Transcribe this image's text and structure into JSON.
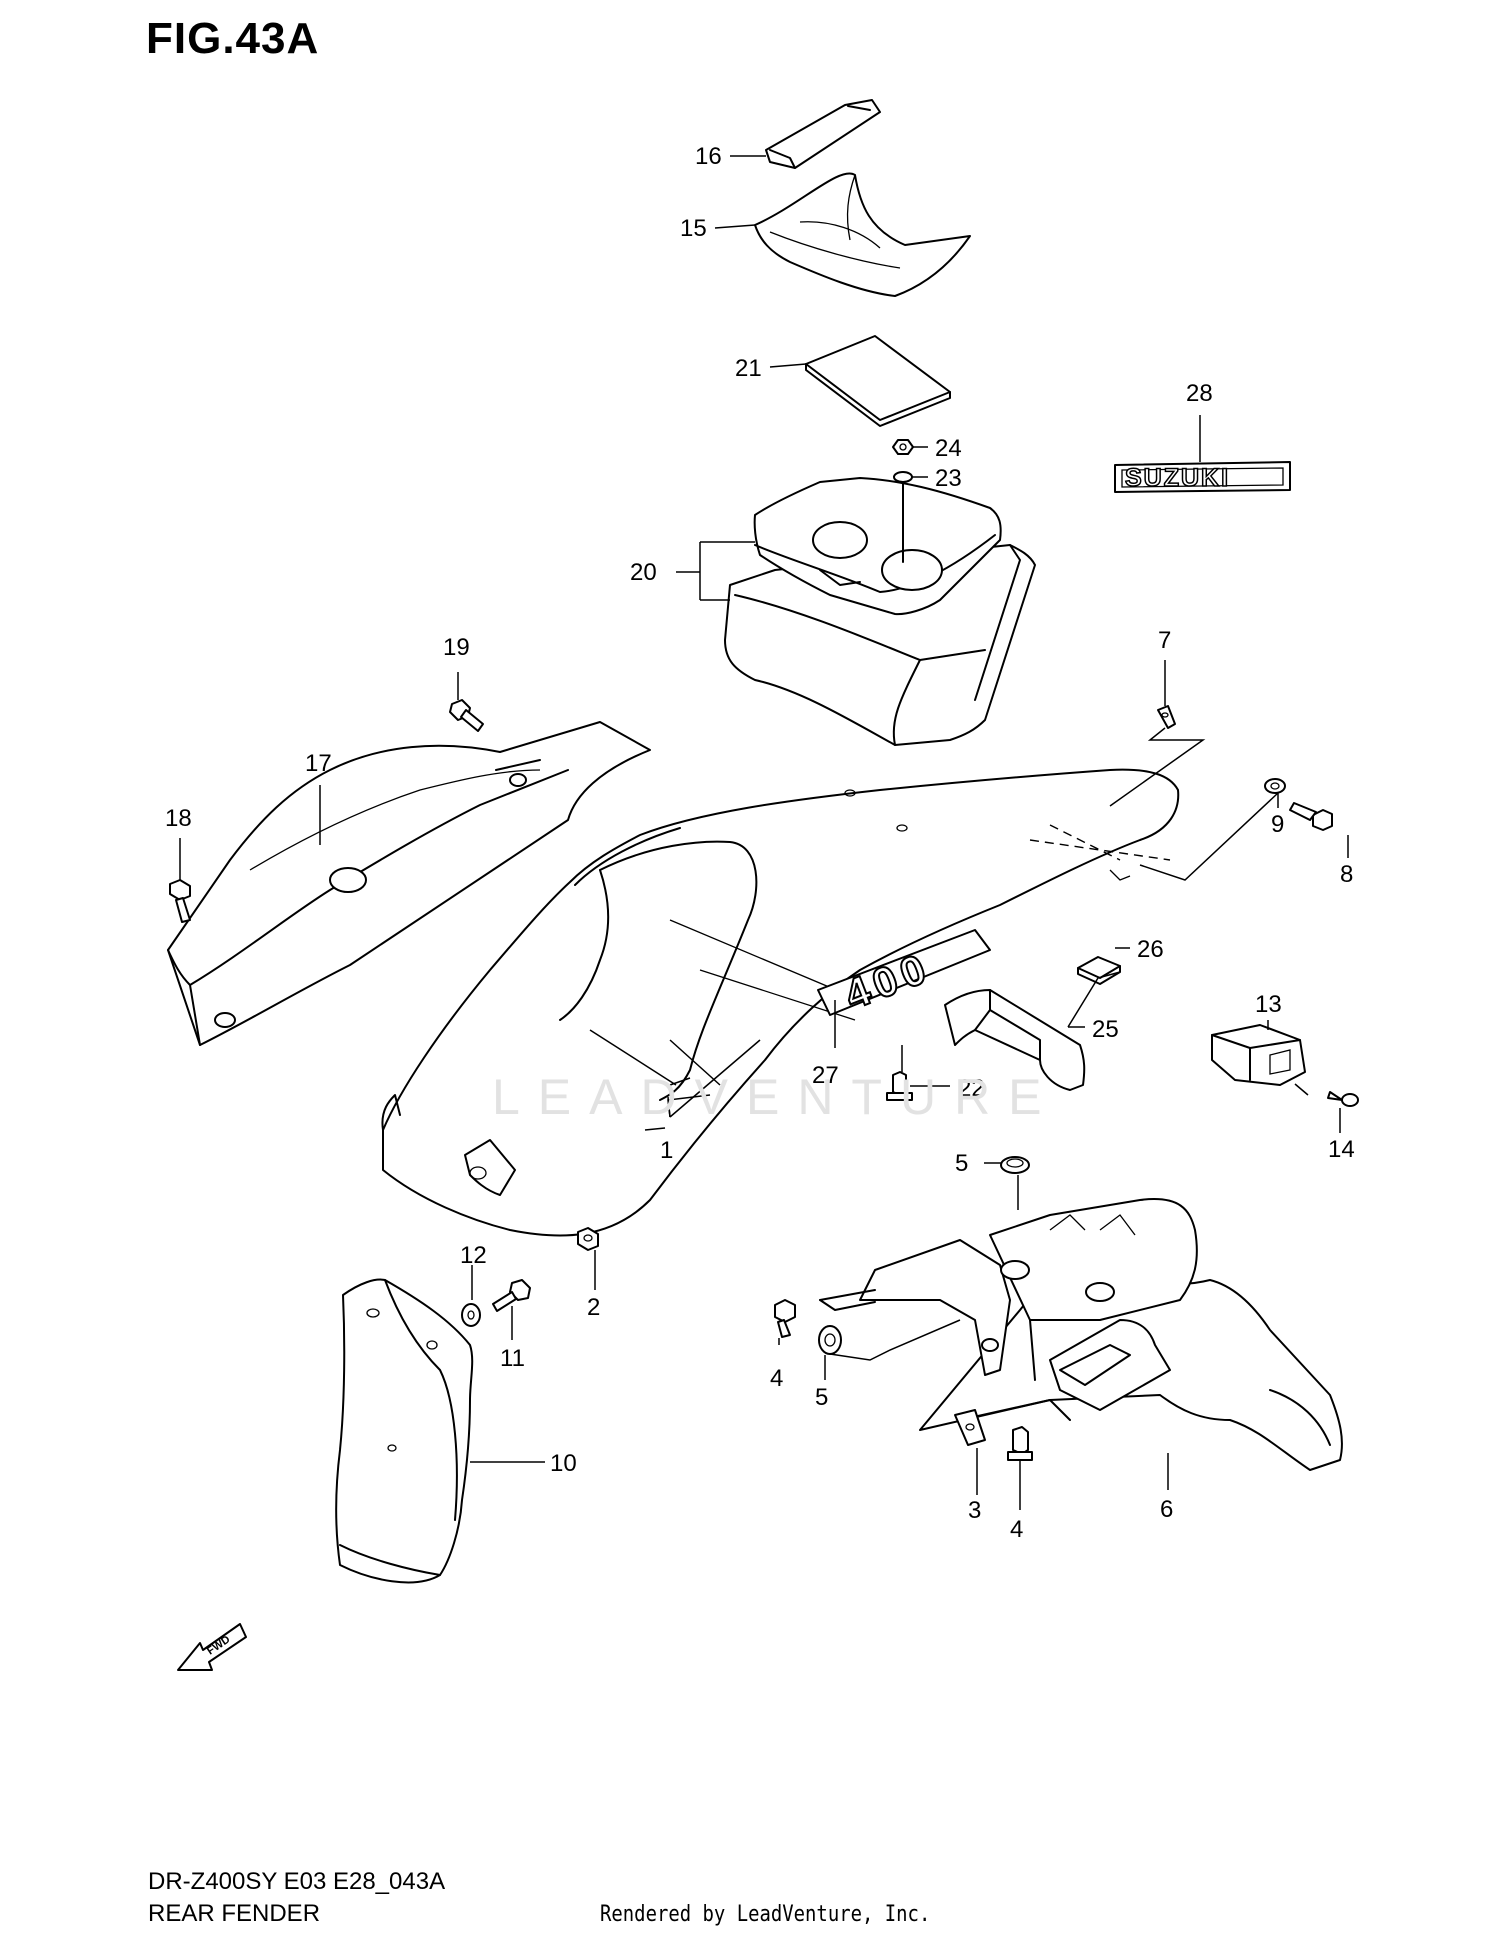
{
  "figure": {
    "title": "FIG.43A",
    "model_code": "DR-Z400SY E03 E28_043A",
    "section_name": "REAR FENDER",
    "credit": "Rendered by LeadVenture, Inc.",
    "watermark": "LEADVENTURE"
  },
  "decals": {
    "brand_decal_text": "SUZUKI",
    "side_decal_text": "400",
    "direction_arrow_text": "FWD"
  },
  "callouts": [
    "1",
    "2",
    "3",
    "4",
    "4",
    "5",
    "5",
    "6",
    "7",
    "8",
    "9",
    "10",
    "11",
    "12",
    "13",
    "14",
    "15",
    "16",
    "17",
    "18",
    "19",
    "20",
    "21",
    "22",
    "23",
    "24",
    "25",
    "26",
    "27",
    "28"
  ]
}
